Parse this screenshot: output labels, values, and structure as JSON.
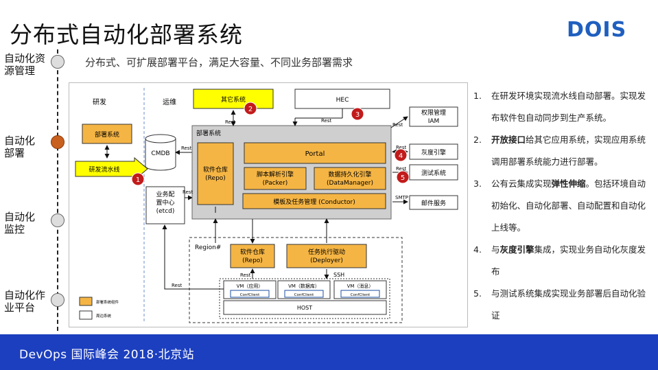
{
  "title": "分布式自动化部署系统",
  "logo": "DOIS",
  "subtitle": "分布式、可扩展部署平台，满足大容量、不同业务部署需求",
  "timeline": [
    {
      "label": "自动化资\n源管理",
      "active": false
    },
    {
      "label": "自动化\n部署",
      "active": true
    },
    {
      "label": "自动化\n监控",
      "active": false
    },
    {
      "label": "自动化作\n业平台",
      "active": false
    }
  ],
  "diagram": {
    "dev_label": "研发",
    "ops_label": "运维",
    "other_systems": "其它系统",
    "hec": "HEC",
    "iam": "权限管理\nIAM",
    "gray": "灰度引擎",
    "test_sys": "测试系统",
    "mail": "邮件服务",
    "deploy_sys": "部署系统",
    "dev_pipeline": "研发流水线",
    "cmdb": "CMDB",
    "deploy_system_box": "部署系统",
    "repo": "软件仓库\n(Repo)",
    "portal": "Portal",
    "packer": "脚本解析引擎\n(Packer)",
    "datamanager": "数据持久化引擎\n(DataManager)",
    "conductor": "模板及任务管理 (Conductor)",
    "etcd": "业务配\n置中心\n(etcd)",
    "region": "Region#",
    "region_repo": "软件仓库\n(Repo)",
    "deployer": "任务执行驱动\n(Deployer)",
    "vm_app": "VM（应用）",
    "vm_db": "VM（数据库）",
    "vm_msg": "VM（消息）",
    "conf_client": "ConfClient",
    "host": "HOST",
    "rest": "Rest",
    "ssh": "SSH",
    "smtp": "SMTP",
    "legend_deploy": "部署系统组件",
    "legend_peripheral": "周边系统",
    "markers": [
      "1",
      "2",
      "3",
      "4",
      "5"
    ]
  },
  "notes": [
    {
      "num": "1.",
      "pre": "在研发环境实现流水线自动部署。实现发布软件包自动同步到生产系统。",
      "bold": "",
      "post": ""
    },
    {
      "num": "2.",
      "pre": "",
      "bold": "开放接口",
      "post": "给其它应用系统，实现应用系统调用部署系统能力进行部署。"
    },
    {
      "num": "3.",
      "pre": "公有云集成实现",
      "bold": "弹性伸缩",
      "post": "。包括环境自动初始化、自动化部署、自动配置和自动化上线等。"
    },
    {
      "num": "4.",
      "pre": "与",
      "bold": "灰度引擎",
      "post": "集成，实现业务自动化灰度发布"
    },
    {
      "num": "5.",
      "pre": "与测试系统集成实现业务部署后自动化验证",
      "bold": "",
      "post": ""
    }
  ],
  "footer": "DevOps 国际峰会 2018·北京站",
  "colors": {
    "accent_orange": "#f5b544",
    "footer_blue": "#1c3fbf",
    "yellow": "#ffff00",
    "marker_red": "#c21b1b"
  }
}
